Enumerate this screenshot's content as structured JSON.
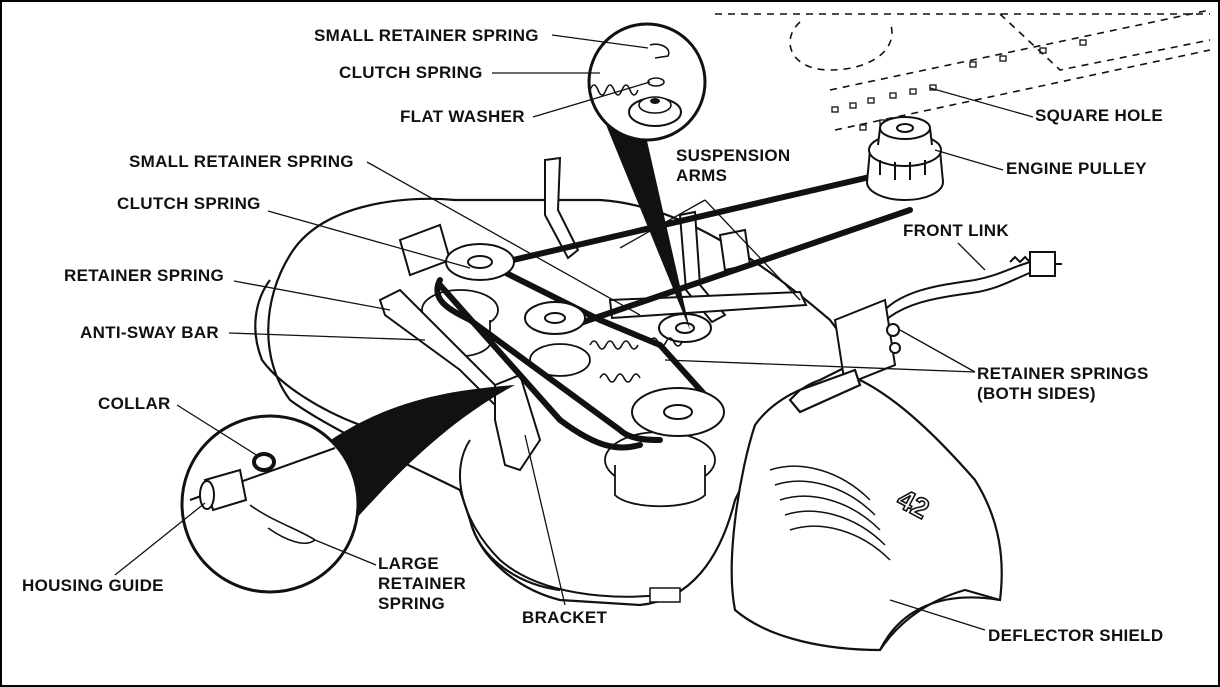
{
  "labels": {
    "small_retainer_spring_top": "SMALL RETAINER SPRING",
    "clutch_spring_top": "CLUTCH SPRING",
    "flat_washer": "FLAT WASHER",
    "small_retainer_spring": "SMALL RETAINER SPRING",
    "clutch_spring": "CLUTCH SPRING",
    "retainer_spring": "RETAINER SPRING",
    "anti_sway_bar": "ANTI-SWAY BAR",
    "collar": "COLLAR",
    "housing_guide": "HOUSING GUIDE",
    "large_retainer_spring": "LARGE\nRETAINER\nSPRING",
    "bracket": "BRACKET",
    "suspension_arms": "SUSPENSION\nARMS",
    "square_hole": "SQUARE HOLE",
    "engine_pulley": "ENGINE PULLEY",
    "front_link": "FRONT LINK",
    "retainer_springs_both_sides": "RETAINER SPRINGS\n(BOTH SIDES)",
    "deflector_shield": "DEFLECTOR SHIELD"
  },
  "deflector_badge": "42",
  "colors": {
    "ink": "#111111",
    "paper": "#ffffff"
  }
}
